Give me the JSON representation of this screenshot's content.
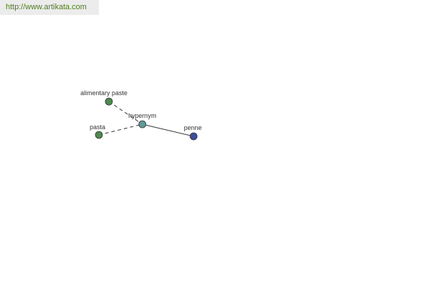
{
  "header": {
    "url": "http://www.artikata.com"
  },
  "graph": {
    "center": {
      "id": "hypernym",
      "label": "hypernym",
      "color": "#5e9b9a"
    },
    "nodes": [
      {
        "id": "alimentary-paste",
        "label": "alimentary paste",
        "color": "#4e8a4e"
      },
      {
        "id": "pasta",
        "label": "pasta",
        "color": "#4e8a4e"
      },
      {
        "id": "penne",
        "label": "penne",
        "color": "#3f4e9b"
      }
    ],
    "edges": [
      {
        "from": "alimentary-paste",
        "to": "hypernym",
        "style": "dashed"
      },
      {
        "from": "pasta",
        "to": "hypernym",
        "style": "dashed"
      },
      {
        "from": "hypernym",
        "to": "penne",
        "style": "solid"
      }
    ]
  }
}
